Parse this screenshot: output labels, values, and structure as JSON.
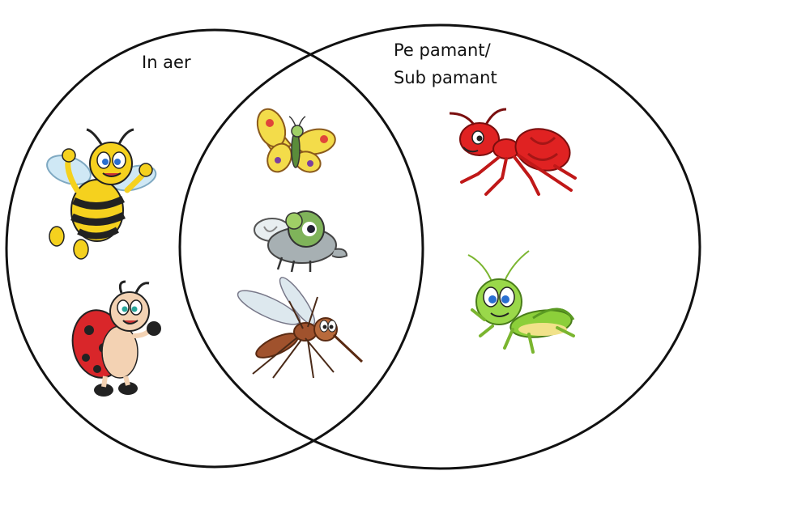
{
  "diagram": {
    "type": "venn",
    "sets": [
      {
        "label_lines": [
          "In aer"
        ],
        "items": [
          "bee",
          "ladybug"
        ]
      },
      {
        "label_lines": [
          "Pe pamant/",
          "Sub pamant"
        ],
        "items": [
          "ant",
          "grasshopper"
        ]
      }
    ],
    "intersection_items": [
      "butterfly",
      "fly",
      "mosquito"
    ]
  },
  "colors": {
    "outline": "#111111",
    "bee_yellow": "#f5d11e",
    "ladybug_red": "#d9262a",
    "ant_red": "#e02222",
    "grasshopper_green": "#8ccf3a",
    "butterfly_yellow": "#f3dc4a",
    "fly_green": "#7fb35a",
    "mosquito_brown": "#a0522d"
  }
}
